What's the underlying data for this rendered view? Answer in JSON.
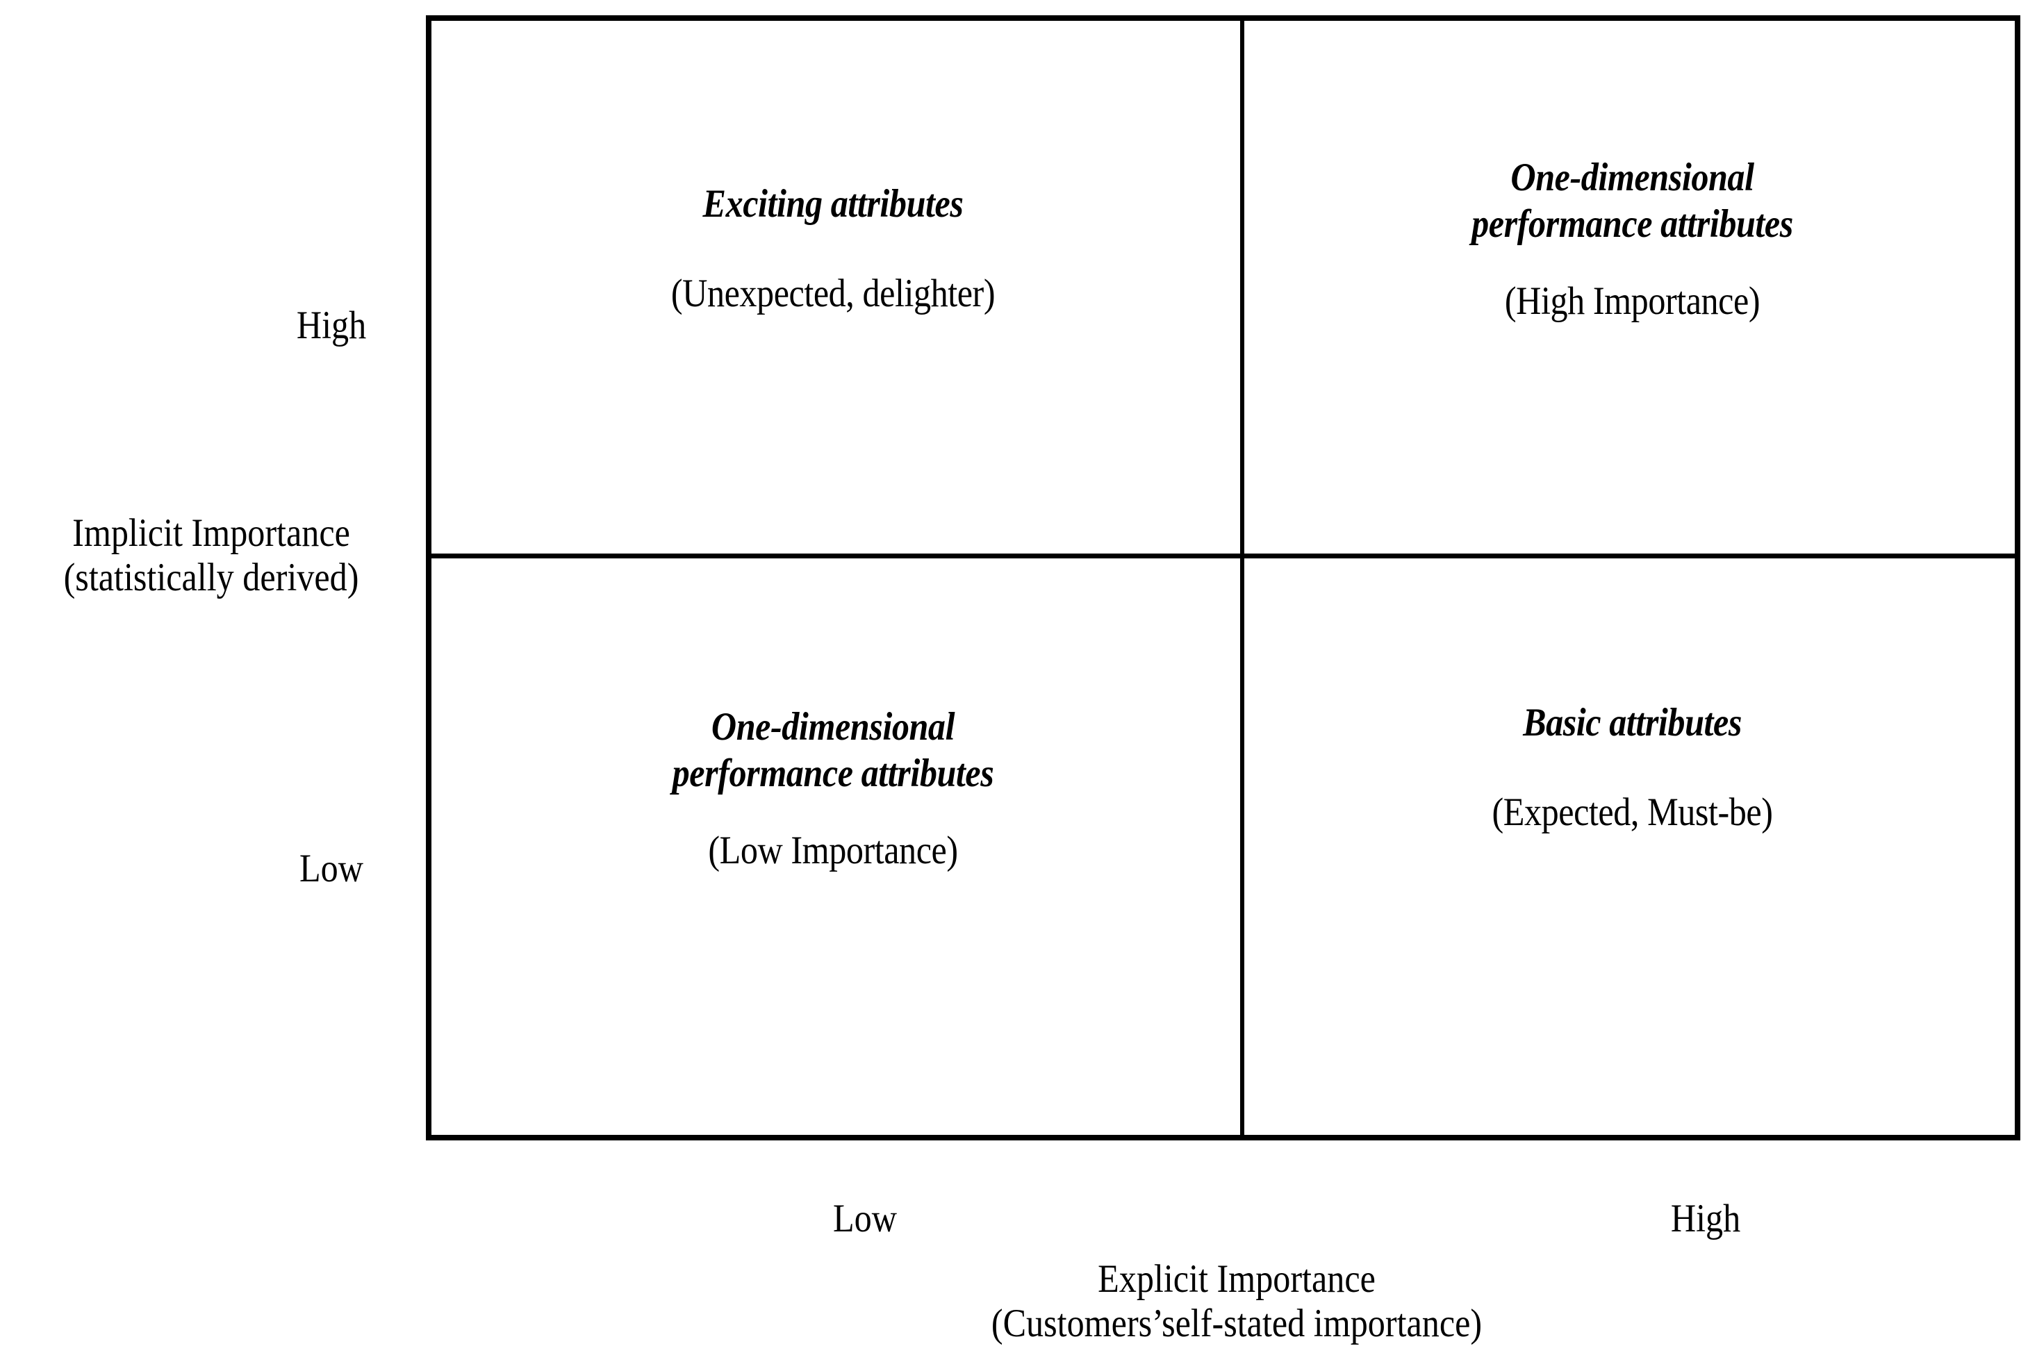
{
  "figure": {
    "type": "2x2-quadrant-matrix",
    "title": "",
    "background_color": "#ffffff",
    "line_color": "#000000"
  },
  "y_axis": {
    "title_line1": "Implicit Importance",
    "title_line2": "(statistically derived)",
    "tick_high": "High",
    "tick_low": "Low"
  },
  "x_axis": {
    "title_line1": "Explicit Importance",
    "title_line2": "(Customers’self-stated  importance)",
    "tick_low": "Low",
    "tick_high": "High"
  },
  "quadrants": {
    "top_left": {
      "title": "Exciting attributes",
      "subtitle": "(Unexpected, delighter)"
    },
    "top_right": {
      "title_line1": "One-dimensional",
      "title_line2": "performance attributes",
      "subtitle": "(High Importance)"
    },
    "bottom_left": {
      "title_line1": "One-dimensional",
      "title_line2": "performance attributes",
      "subtitle": "(Low Importance)"
    },
    "bottom_right": {
      "title": "Basic attributes",
      "subtitle": "(Expected, Must-be)"
    }
  },
  "chart_data": {
    "type": "table",
    "title": "",
    "xlabel": "Explicit Importance (Customers’self-stated  importance)",
    "ylabel": "Implicit Importance (statistically derived)",
    "x_categories": [
      "Low",
      "High"
    ],
    "y_categories": [
      "Low",
      "High"
    ],
    "cells": [
      {
        "x": "Low",
        "y": "High",
        "label": "Exciting attributes",
        "note": "(Unexpected, delighter)"
      },
      {
        "x": "High",
        "y": "High",
        "label": "One-dimensional performance attributes",
        "note": "(High Importance)"
      },
      {
        "x": "Low",
        "y": "Low",
        "label": "One-dimensional performance attributes",
        "note": "(Low Importance)"
      },
      {
        "x": "High",
        "y": "Low",
        "label": "Basic attributes",
        "note": "(Expected, Must-be)"
      }
    ],
    "grid": true,
    "legend": "none"
  }
}
